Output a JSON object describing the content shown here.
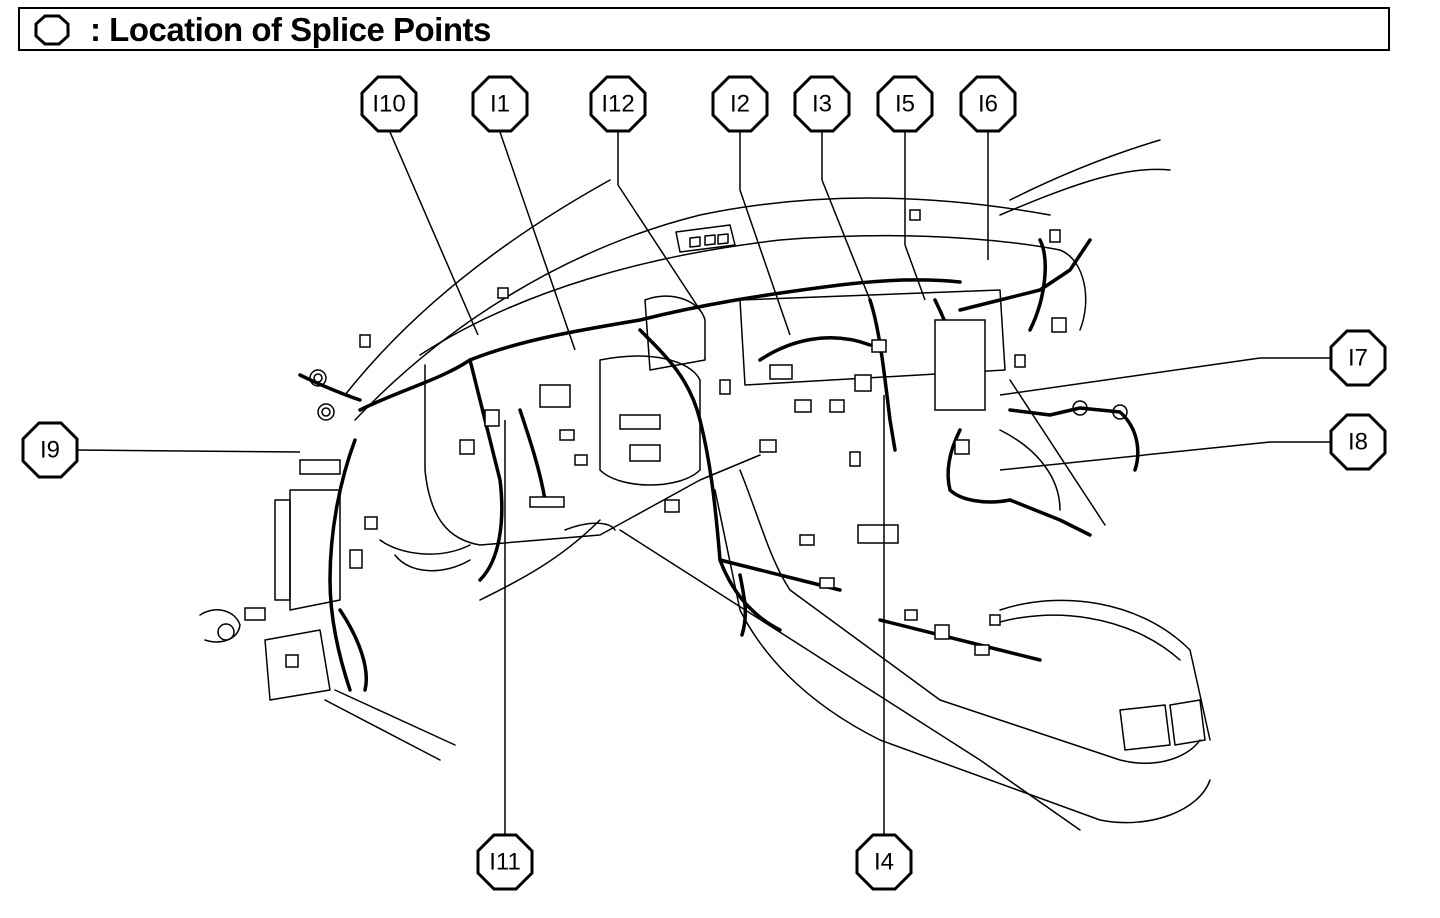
{
  "header": {
    "title": ": Location of Splice Points",
    "legend_symbol": "octagon-icon"
  },
  "callouts": [
    {
      "id": "I10",
      "label": "I10"
    },
    {
      "id": "I1",
      "label": "I1"
    },
    {
      "id": "I12",
      "label": "I12"
    },
    {
      "id": "I2",
      "label": "I2"
    },
    {
      "id": "I3",
      "label": "I3"
    },
    {
      "id": "I5",
      "label": "I5"
    },
    {
      "id": "I6",
      "label": "I6"
    },
    {
      "id": "I7",
      "label": "I7"
    },
    {
      "id": "I8",
      "label": "I8"
    },
    {
      "id": "I9",
      "label": "I9"
    },
    {
      "id": "I11",
      "label": "I11"
    },
    {
      "id": "I4",
      "label": "I4"
    }
  ],
  "colors": {
    "stroke": "#000000",
    "background": "#ffffff"
  }
}
